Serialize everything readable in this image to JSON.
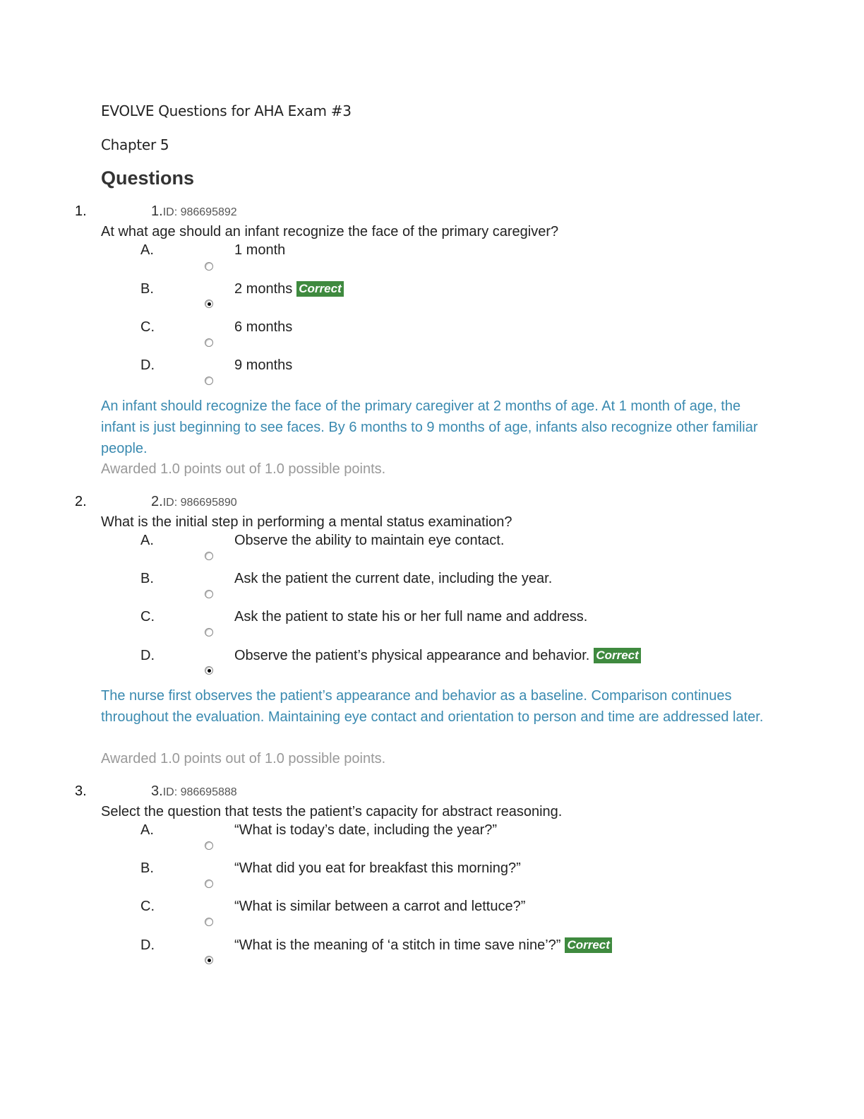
{
  "doc_title": "EVOLVE Questions for AHA Exam #3",
  "chapter": "Chapter 5",
  "section_heading": "Questions",
  "questions": [
    {
      "list_num": "1.",
      "num": "1.",
      "id_label": "ID: 986695892",
      "stem": "At what age should an infant recognize the face of the primary caregiver?",
      "options": [
        {
          "letter": "A.",
          "text": "1 month",
          "selected": false,
          "badge": ""
        },
        {
          "letter": "B.",
          "text": "2 months",
          "selected": true,
          "badge": "Correct"
        },
        {
          "letter": "C.",
          "text": "6 months",
          "selected": false,
          "badge": ""
        },
        {
          "letter": "D.",
          "text": "9 months",
          "selected": false,
          "badge": ""
        }
      ],
      "rationale": "An infant should recognize the face of the primary caregiver at 2 months of age. At 1 month of age, the infant is just beginning to see faces. By 6 months to 9 months of age, infants also recognize other familiar people.",
      "awarded": "Awarded 1.0 points out of 1.0 possible points."
    },
    {
      "list_num": "2.",
      "num": "2.",
      "id_label": "ID: 986695890",
      "stem": "What is the initial step in performing a mental status examination?",
      "options": [
        {
          "letter": "A.",
          "text": "Observe the ability to maintain eye contact.",
          "selected": false,
          "badge": ""
        },
        {
          "letter": "B.",
          "text": "Ask the patient the current date, including the year.",
          "selected": false,
          "badge": ""
        },
        {
          "letter": "C.",
          "text": "Ask the patient to state his or her full name and address.",
          "selected": false,
          "badge": ""
        },
        {
          "letter": "D.",
          "text": "Observe the patient’s physical appearance and behavior.",
          "selected": true,
          "badge": "Correct"
        }
      ],
      "rationale": "The nurse first observes the patient’s appearance and behavior as a baseline. Comparison continues throughout the evaluation. Maintaining eye contact and orientation to person and time are addressed later.",
      "awarded": "Awarded 1.0 points out of 1.0 possible points."
    },
    {
      "list_num": "3.",
      "num": "3.",
      "id_label": "ID: 986695888",
      "stem": "Select the question that tests the patient’s capacity for abstract reasoning.",
      "options": [
        {
          "letter": "A.",
          "text": "“What is today’s date, including the year?”",
          "selected": false,
          "badge": ""
        },
        {
          "letter": "B.",
          "text": "“What did you eat for breakfast this morning?”",
          "selected": false,
          "badge": ""
        },
        {
          "letter": "C.",
          "text": "“What is similar between a carrot and lettuce?”",
          "selected": false,
          "badge": ""
        },
        {
          "letter": "D.",
          "text": "“What is the meaning of ‘a stitch in time save nine’?”",
          "selected": true,
          "badge": "Correct"
        }
      ],
      "rationale": "",
      "awarded": ""
    }
  ]
}
